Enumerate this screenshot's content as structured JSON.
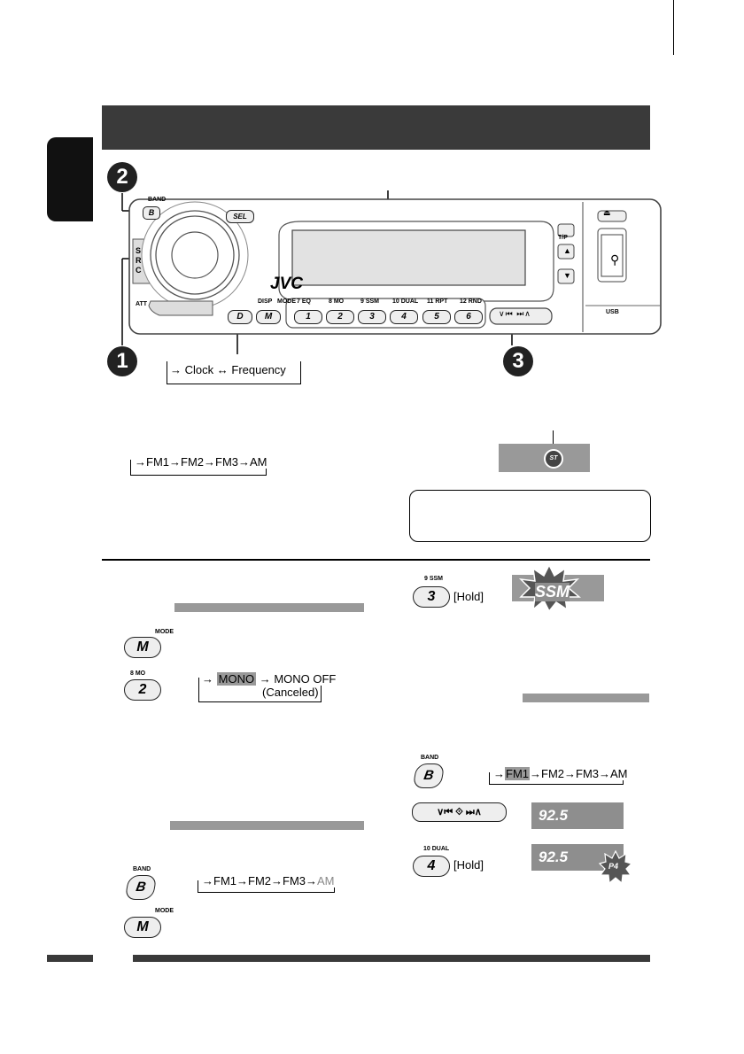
{
  "steps": {
    "one": "1",
    "two": "2",
    "three": "3"
  },
  "faceplate": {
    "brand": "JVC",
    "src_letters": "S\nR\nC",
    "band_label": "BAND",
    "b_button": "B",
    "sel_button": "SEL",
    "att_label": "ATT",
    "tp_label": "T/P",
    "usb_label": "USB",
    "disp_label": "DISP",
    "mode_label": "MODE",
    "d_button": "D",
    "m_button": "M",
    "presets": [
      {
        "label": "7  EQ",
        "num": "1"
      },
      {
        "label": "8  MO",
        "num": "2"
      },
      {
        "label": "9  SSM",
        "num": "3"
      },
      {
        "label": "10 DUAL",
        "num": "4"
      },
      {
        "label": "11  RPT",
        "num": "5"
      },
      {
        "label": "12  RND",
        "num": "6"
      }
    ]
  },
  "clock_freq": {
    "a": "Clock",
    "b": "Frequency"
  },
  "band_seq_top": [
    "FM1",
    "FM2",
    "FM3",
    "AM"
  ],
  "st_indicator": "ST",
  "left_col": {
    "mode_label": "MODE",
    "m_button": "M",
    "mo_label": "8  MO",
    "two_button": "2",
    "mono": "MONO",
    "mono_off": "MONO OFF",
    "canceled": "(Canceled)",
    "band_label": "BAND",
    "b_button": "B",
    "band_seq": [
      "FM1",
      "FM2",
      "FM3",
      "AM"
    ],
    "mode_label2": "MODE",
    "m_button2": "M"
  },
  "right_col": {
    "ssm_label": "9  SSM",
    "three_button": "3",
    "hold1": "[Hold]",
    "ssm_display": "SSM",
    "band_label": "BAND",
    "b_button": "B",
    "band_seq": [
      "FM1",
      "FM2",
      "FM3",
      "AM"
    ],
    "freq1": "92.5",
    "dual_label": "10  DUAL",
    "four_button": "4",
    "hold2": "[Hold]",
    "freq2": "92.5",
    "preset_badge": "P4"
  }
}
